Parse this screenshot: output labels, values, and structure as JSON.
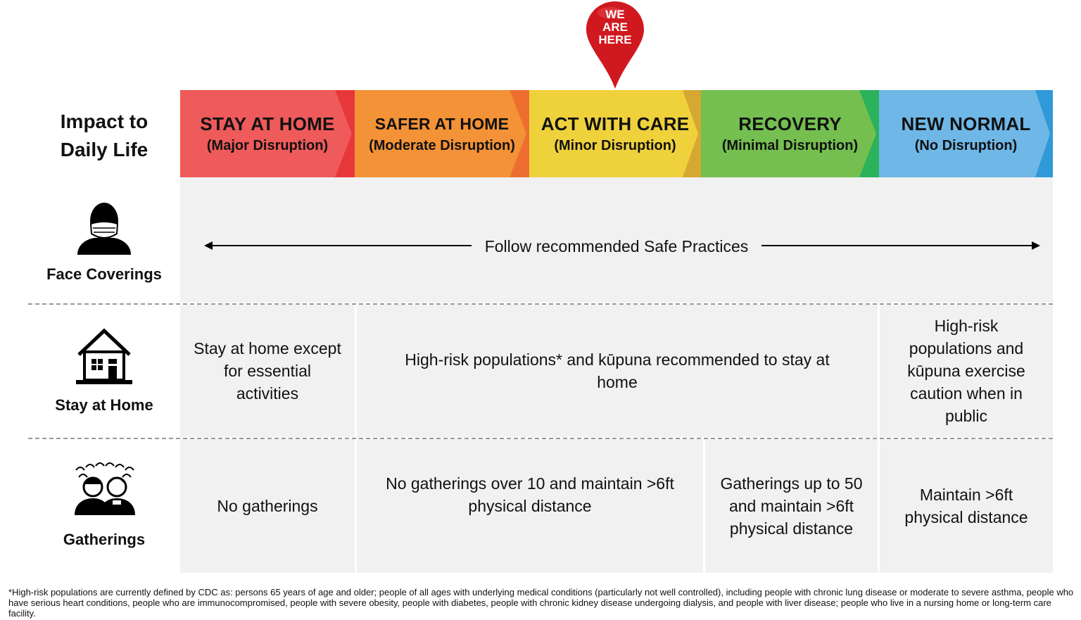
{
  "header": {
    "impact_line1": "Impact to",
    "impact_line2": "Daily Life"
  },
  "pin": {
    "line1": "WE",
    "line2": "ARE",
    "line3": "HERE",
    "color": "#d0181f"
  },
  "phases": [
    {
      "title": "STAY AT HOME",
      "subtitle": "(Major Disruption)",
      "color": "#ef5a5a",
      "edge": "#e8373b"
    },
    {
      "title": "SAFER AT HOME",
      "subtitle": "(Moderate Disruption)",
      "color": "#f39237",
      "edge": "#ee6e2f"
    },
    {
      "title": "ACT WITH CARE",
      "subtitle": "(Minor Disruption)",
      "color": "#efd13c",
      "edge": "#d6a731"
    },
    {
      "title": "RECOVERY",
      "subtitle": "(Minimal Disruption)",
      "color": "#74bf50",
      "edge": "#2bb25a"
    },
    {
      "title": "NEW NORMAL",
      "subtitle": "(No Disruption)",
      "color": "#6fb7e6",
      "edge": "#2f9ad7"
    }
  ],
  "rows": {
    "face": {
      "label": "Face Coverings",
      "icon": "face-mask-icon",
      "text": "Follow recommended Safe Practices"
    },
    "home": {
      "label": "Stay at Home",
      "icon": "house-icon",
      "cells": [
        "Stay at home except for essential activities",
        "High-risk populations* and kūpuna recommended to stay at home",
        "High-risk populations and kūpuna exercise caution when in public"
      ]
    },
    "gather": {
      "label": "Gatherings",
      "icon": "crowd-icon",
      "cells": [
        "No gatherings",
        "No gatherings over 10 and maintain >6ft physical distance",
        "Gatherings up to 50 and maintain >6ft physical distance",
        "Maintain >6ft physical distance"
      ]
    }
  },
  "footnote": "*High-risk populations are currently defined by CDC as: persons 65 years of age and older; people of all ages with underlying medical conditions (particularly not well controlled), including people with chronic lung disease or moderate to severe asthma, people who have serious heart conditions, people who are immunocompromised, people with severe obesity, people with diabetes, people with chronic kidney disease undergoing dialysis, and people with liver disease; people who live in a nursing home or long-term care facility."
}
